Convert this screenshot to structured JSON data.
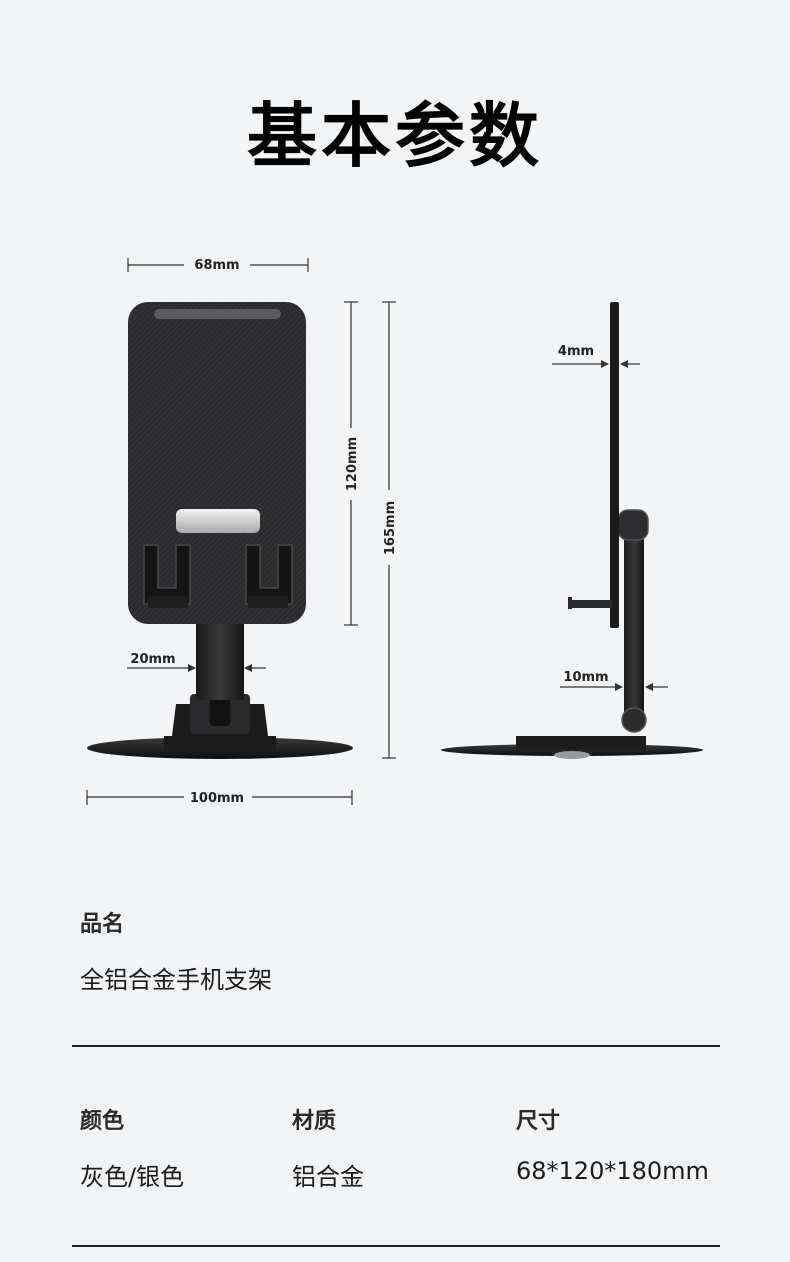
{
  "page": {
    "title": "基本参数"
  },
  "dimensions": {
    "width_top": "68mm",
    "panel_height": "120mm",
    "total_height": "165mm",
    "stem_width": "20mm",
    "base_width": "100mm",
    "thickness": "4mm",
    "hinge_width": "10mm"
  },
  "specs": {
    "product_name": {
      "label": "品名",
      "value": "全铝合金手机支架"
    },
    "color": {
      "label": "颜色",
      "value": "灰色/银色"
    },
    "material": {
      "label": "材质",
      "value": "铝合金"
    },
    "size": {
      "label": "尺寸",
      "value": "68*120*180mm"
    }
  }
}
